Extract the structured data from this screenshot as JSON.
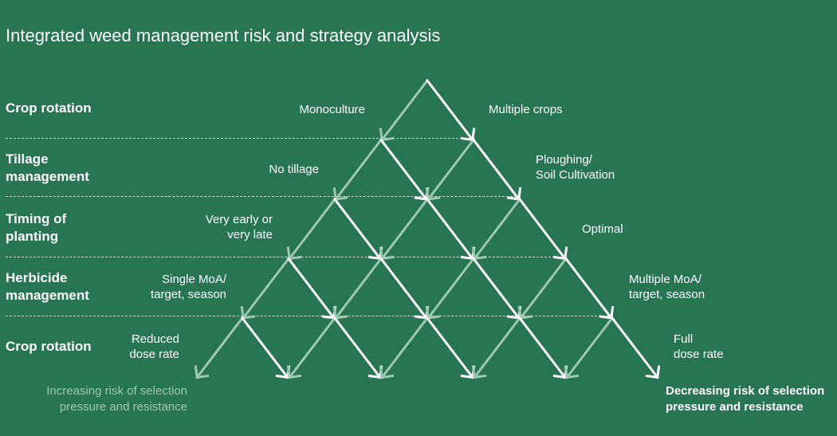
{
  "title": "Integrated weed management risk and strategy analysis",
  "colors": {
    "background": "#277553",
    "risk_arrow": "#9cc9b1",
    "good_arrow": "#ffffff"
  },
  "rows": [
    {
      "label": [
        "Crop rotation"
      ],
      "left_option": [
        "Monoculture"
      ],
      "right_option": [
        "Multiple crops"
      ]
    },
    {
      "label": [
        "Tillage",
        "management"
      ],
      "left_option": [
        "No tillage"
      ],
      "right_option": [
        "Ploughing/",
        "Soil Cultivation"
      ]
    },
    {
      "label": [
        "Timing of",
        "planting"
      ],
      "left_option": [
        "Very early or",
        "very late"
      ],
      "right_option": [
        "Optimal"
      ]
    },
    {
      "label": [
        "Herbicide",
        "management"
      ],
      "left_option": [
        "Single MoA/",
        "target, season"
      ],
      "right_option": [
        "Multiple MoA/",
        "target, season"
      ]
    },
    {
      "label": [
        "Crop rotation"
      ],
      "left_option": [
        "Reduced",
        "dose rate"
      ],
      "right_option": [
        "Full",
        "dose rate"
      ]
    }
  ],
  "footer": {
    "left": [
      "Increasing risk of selection",
      "pressure and resistance"
    ],
    "right": [
      "Decreasing risk of selection",
      "pressure and resistance"
    ]
  }
}
